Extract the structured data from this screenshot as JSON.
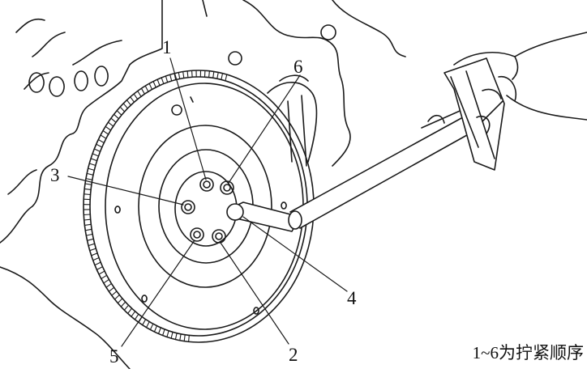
{
  "figure": {
    "caption": "1~6为拧紧顺序",
    "callouts": [
      {
        "id": "1",
        "label": "1"
      },
      {
        "id": "2",
        "label": "2"
      },
      {
        "id": "3",
        "label": "3"
      },
      {
        "id": "4",
        "label": "4"
      },
      {
        "id": "5",
        "label": "5"
      },
      {
        "id": "6",
        "label": "6"
      }
    ]
  },
  "parts": {
    "engine_block": "engine-block",
    "flywheel": "flywheel",
    "ring_gear": "ring-gear",
    "torque_wrench": "torque-wrench",
    "hand": "hand"
  },
  "colors": {
    "stroke": "#1a1a1a",
    "background": "#ffffff"
  }
}
